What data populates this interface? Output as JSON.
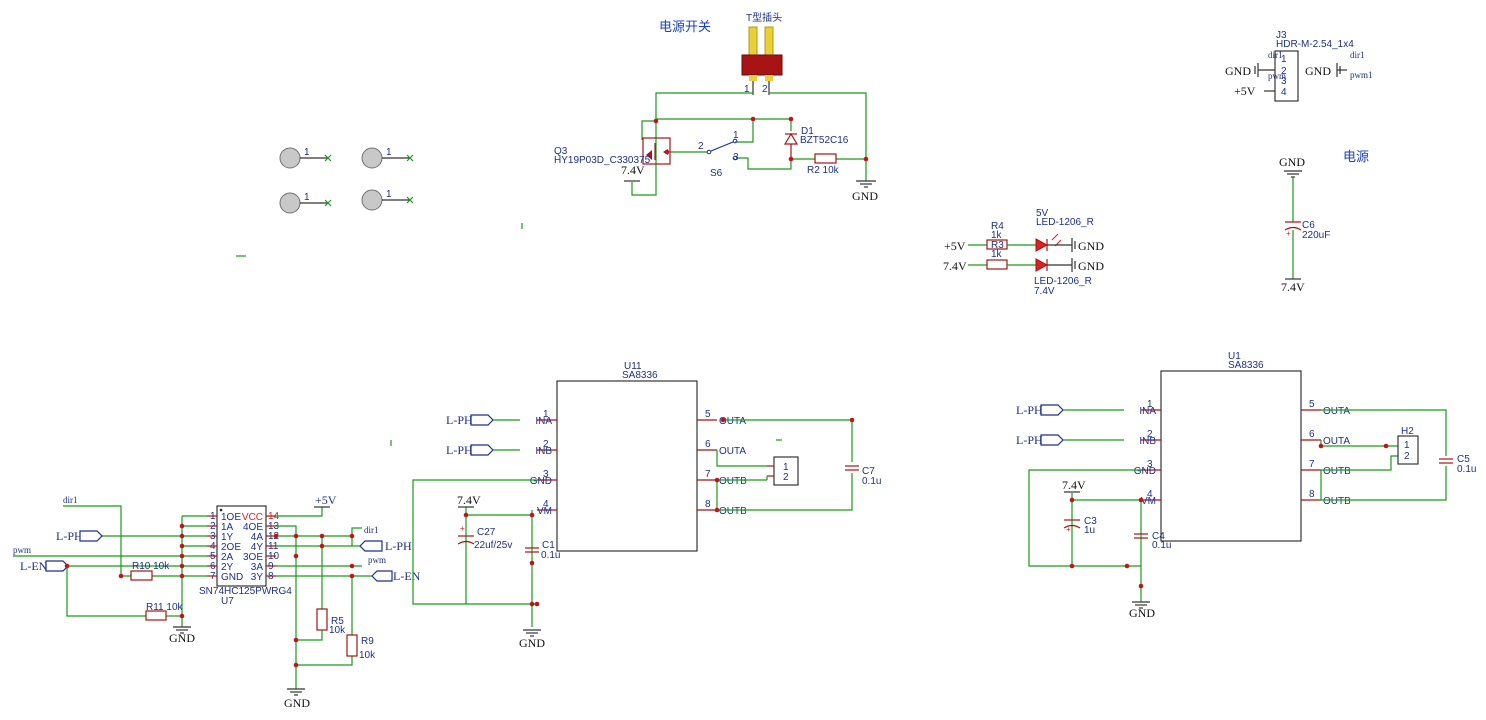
{
  "power_switch": {
    "title": "电源开关",
    "plug_label": "T型插头",
    "plug_pin1": "1",
    "plug_pin2": "2",
    "q3_ref": "Q3",
    "q3_part": "HY19P03D_C330375",
    "q3_net": "7.4V",
    "s6_ref": "S6",
    "s6_pin1": "1",
    "s6_pin2": "2",
    "s6_pin3": "3",
    "d1_ref": "D1",
    "d1_part": "BZT52C16",
    "r2_label": "R2 10k",
    "gnd": "GND"
  },
  "holes": {
    "pin": "1"
  },
  "j3": {
    "ref": "J3",
    "part": "HDR-M-2.54_1x4",
    "pins": [
      "1",
      "2",
      "3",
      "4"
    ],
    "net_dir1_small": "dir1",
    "net_pwm_small": "pwm",
    "net_dir1": "dir1",
    "net_pwm1": "pwm1",
    "gnd": "GND",
    "vcc": "+5V"
  },
  "power_block": {
    "title": "电源",
    "gnd": "GND",
    "c6_ref": "C6",
    "c6_val": "220uF",
    "net": "7.4V"
  },
  "led_block": {
    "r4_ref": "R4",
    "r4_val": "1k",
    "r3_ref": "R3",
    "r3_val": "1k",
    "led_top_net": "5V",
    "led_top_part": "LED-1206_R",
    "led_bot_part": "LED-1206_R",
    "led_bot_net": "7.4V",
    "in_top": "+5V",
    "in_bot": "7.4V",
    "gnd_top": "GND",
    "gnd_bot": "GND"
  },
  "u7": {
    "ref": "U7",
    "part": "SN74HC125PWRG4",
    "left_pins": [
      {
        "num": "1",
        "name": "1OE"
      },
      {
        "num": "2",
        "name": "1A"
      },
      {
        "num": "3",
        "name": "1Y"
      },
      {
        "num": "4",
        "name": "2OE"
      },
      {
        "num": "5",
        "name": "2A"
      },
      {
        "num": "6",
        "name": "2Y"
      },
      {
        "num": "7",
        "name": "GND"
      }
    ],
    "right_pins": [
      {
        "num": "14",
        "name": "VCC"
      },
      {
        "num": "13",
        "name": "4OE"
      },
      {
        "num": "12",
        "name": "4A"
      },
      {
        "num": "11",
        "name": "4Y"
      },
      {
        "num": "10",
        "name": "3OE"
      },
      {
        "num": "9",
        "name": "3A"
      },
      {
        "num": "8",
        "name": "3Y"
      }
    ],
    "net_dir1": "dir1",
    "net_lph": "L-PH",
    "net_pwm": "pwm",
    "net_len": "L-EN",
    "net_5v": "+5V",
    "net_dir1_r": "dir1",
    "net_lph_r": "L-PH",
    "net_pwm_r": "pwm",
    "net_len_r": "L-EN",
    "r10_label": "R10 10k",
    "r11_label": "R11 10k",
    "r5_ref": "R5",
    "r5_val": "10k",
    "r9_ref": "R9",
    "r9_val": "10k",
    "gnd1": "GND",
    "gnd2": "GND"
  },
  "u11": {
    "ref": "U11",
    "part": "SA8336",
    "left_pins": [
      {
        "num": "1",
        "name": "INA"
      },
      {
        "num": "2",
        "name": "INB"
      },
      {
        "num": "3",
        "name": "GND"
      },
      {
        "num": "4",
        "name": "VM"
      }
    ],
    "right_pins": [
      {
        "num": "5",
        "name": "OUTA"
      },
      {
        "num": "6",
        "name": "OUTA"
      },
      {
        "num": "7",
        "name": "OUTB"
      },
      {
        "num": "8",
        "name": "OUTB"
      }
    ],
    "net_in1": "L-PH",
    "net_in2": "L-PH",
    "vm_net": "7.4V",
    "c27_ref": "C27",
    "c27_val": "22uf/25v",
    "c1_ref": "C1",
    "c1_val": "0.1u",
    "c7_ref": "C7",
    "c7_val": "0.1u",
    "conn_pins": [
      "1",
      "2"
    ],
    "gnd": "GND"
  },
  "u1": {
    "ref": "U1",
    "part": "SA8336",
    "left_pins": [
      {
        "num": "1",
        "name": "INA"
      },
      {
        "num": "2",
        "name": "INB"
      },
      {
        "num": "3",
        "name": "GND"
      },
      {
        "num": "4",
        "name": "VM"
      }
    ],
    "right_pins": [
      {
        "num": "5",
        "name": "OUTA"
      },
      {
        "num": "6",
        "name": "OUTA"
      },
      {
        "num": "7",
        "name": "OUTB"
      },
      {
        "num": "8",
        "name": "OUTB"
      }
    ],
    "net_in1": "L-PH",
    "net_in2": "L-PH",
    "vm_net": "7.4V",
    "c3_ref": "C3",
    "c3_val": "1u",
    "c4_ref": "C4",
    "c4_val": "0.1u",
    "c5_ref": "C5",
    "c5_val": "0.1u",
    "h2_ref": "H2",
    "h2_pins": [
      "1",
      "2"
    ],
    "gnd": "GND"
  }
}
